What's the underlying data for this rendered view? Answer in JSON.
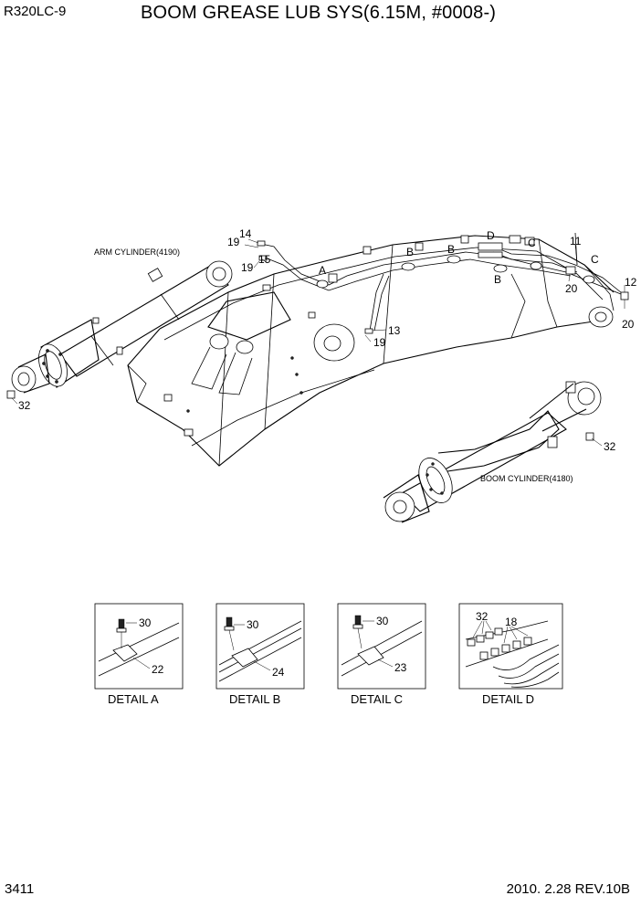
{
  "header": {
    "model": "R320LC-9",
    "title": "BOOM GREASE LUB SYS(6.15M, #0008-)"
  },
  "footer": {
    "page": "3411",
    "revision": "2010. 2.28  REV.10B"
  },
  "labels": {
    "arm_cylinder": "ARM CYLINDER(4190)",
    "boom_cylinder": "BOOM CYLINDER(4180)"
  },
  "callouts": {
    "c14": "14",
    "c19a": "19",
    "c15": "15",
    "c19b": "19",
    "cA": "A",
    "cB1": "B",
    "cB2": "B",
    "cB3": "B",
    "cD": "D",
    "cC1": "C",
    "cC2": "C",
    "c11": "11",
    "c12": "12",
    "c20a": "20",
    "c20b": "20",
    "c13": "13",
    "c19c": "19",
    "c32a": "32",
    "c32b": "32"
  },
  "details": [
    {
      "caption": "DETAIL  A",
      "parts": [
        "30",
        "22"
      ]
    },
    {
      "caption": "DETAIL  B",
      "parts": [
        "30",
        "24"
      ]
    },
    {
      "caption": "DETAIL  C",
      "parts": [
        "30",
        "23"
      ]
    },
    {
      "caption": "DETAIL  D",
      "parts": [
        "32",
        "18"
      ]
    }
  ]
}
